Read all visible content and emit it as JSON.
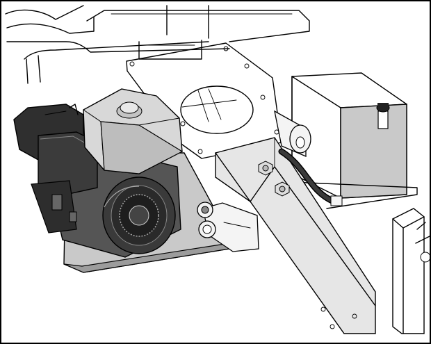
{
  "figure": {
    "frame_color": "#000000",
    "background": "#ffffff",
    "line_color": "#000000",
    "fills": {
      "engine_dark": "#2f2f2f",
      "engine_mid": "#555555",
      "tank": "#d8d8d8",
      "tank_shadow": "#bdbdbd",
      "reservoir": "#dcdcdc",
      "plate": "#c9c9c9",
      "beam": "#e6e6e6",
      "bracket_light": "#f4f4f4"
    },
    "components": [
      "engine",
      "fuel-tank",
      "engine-mounting-plate",
      "mounting-flange-plate",
      "hydraulic-reservoir",
      "main-beam",
      "hitch-tongue",
      "rear-post"
    ]
  }
}
